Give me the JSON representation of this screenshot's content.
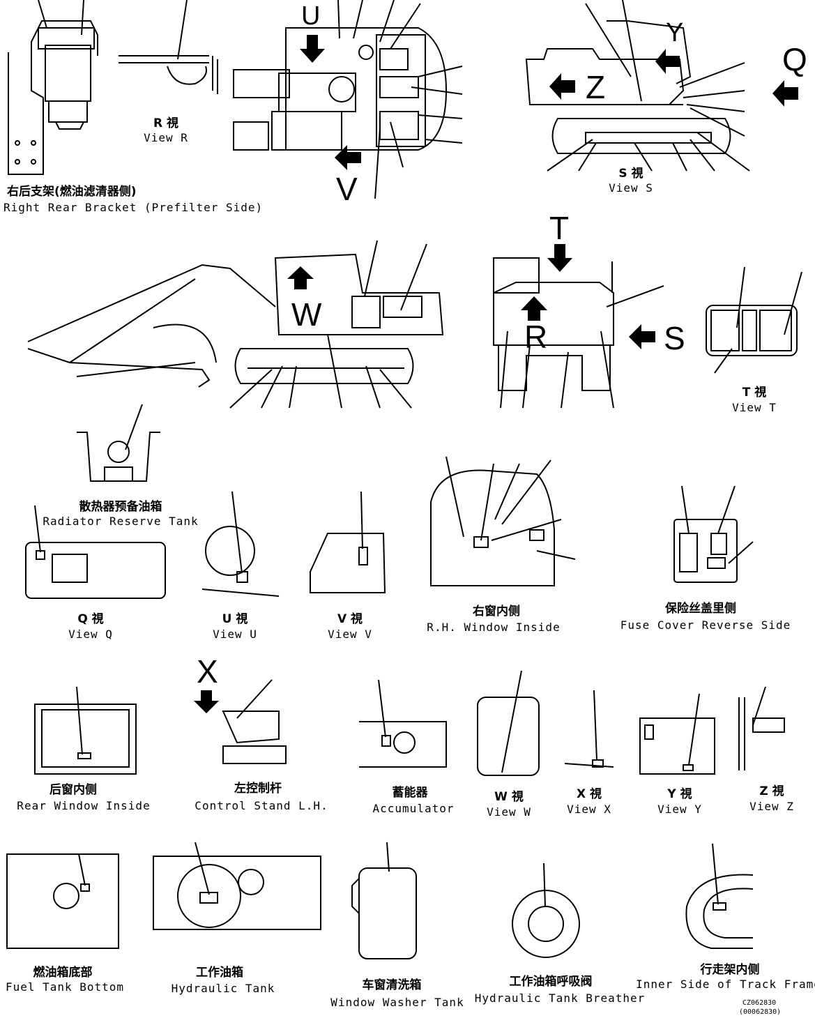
{
  "document_code": "CZ062830",
  "document_code_sub": "(00062830)",
  "arrow_letters": [
    "U",
    "V",
    "Y",
    "Z",
    "Q",
    "W",
    "T",
    "R",
    "S",
    "X"
  ],
  "views": {
    "right_rear_bracket": {
      "cn": "右后支架(燃油滤清器侧)",
      "en": "Right Rear Bracket (Prefilter Side)"
    },
    "view_r": {
      "cn": "R 視",
      "en": "View R"
    },
    "view_s": {
      "cn": "S 視",
      "en": "View S"
    },
    "view_t": {
      "cn": "T 視",
      "en": "View T"
    },
    "radiator_tank": {
      "cn": "散热器预备油箱",
      "en": "Radiator Reserve Tank"
    },
    "view_q": {
      "cn": "Q 視",
      "en": "View Q"
    },
    "view_u": {
      "cn": "U 視",
      "en": "View U"
    },
    "view_v": {
      "cn": "V 視",
      "en": "View V"
    },
    "rh_window": {
      "cn": "右窗内侧",
      "en": "R.H. Window Inside"
    },
    "fuse_cover": {
      "cn": "保险丝盖里侧",
      "en": "Fuse Cover Reverse Side"
    },
    "rear_window": {
      "cn": "后窗内侧",
      "en": "Rear Window Inside"
    },
    "control_stand": {
      "cn": "左控制杆",
      "en": "Control Stand L.H."
    },
    "accumulator": {
      "cn": "蓄能器",
      "en": "Accumulator"
    },
    "view_w": {
      "cn": "W 視",
      "en": "View W"
    },
    "view_x": {
      "cn": "X 視",
      "en": "View X"
    },
    "view_y": {
      "cn": "Y 視",
      "en": "View Y"
    },
    "view_z": {
      "cn": "Z 視",
      "en": "View Z"
    },
    "fuel_tank": {
      "cn": "燃油箱底部",
      "en": "Fuel Tank Bottom"
    },
    "hydraulic_tank": {
      "cn": "工作油箱",
      "en": "Hydraulic Tank"
    },
    "washer_tank": {
      "cn": "车窗清洗箱",
      "en": "Window Washer Tank"
    },
    "breather": {
      "cn": "工作油箱呼吸阀",
      "en": "Hydraulic Tank Breather"
    },
    "track_frame": {
      "cn": "行走架内侧",
      "en": "Inner Side of Track Frame"
    }
  },
  "colors": {
    "ink": "#000000",
    "paper": "#ffffff"
  }
}
